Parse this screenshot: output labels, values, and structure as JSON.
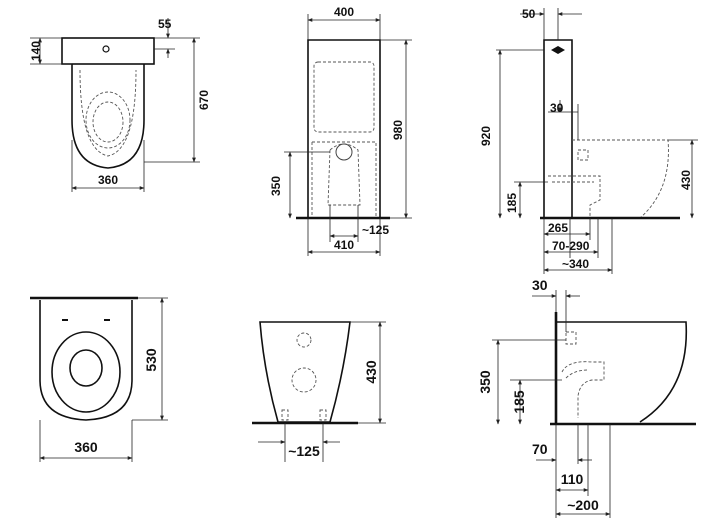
{
  "dimensions": {
    "v1_top_w": "55",
    "v1_top_h": "140",
    "v1_len": "670",
    "v1_width": "360",
    "v2_width": "400",
    "v2_height": "980",
    "v2_conn_h": "350",
    "v2_dist": "~125",
    "v2_base": "410",
    "v3_top": "50",
    "v3_height": "920",
    "v3_pipe": "30",
    "v3_bowl_h": "430",
    "v3_outlet_h": "185",
    "v3_d1": "265",
    "v3_d2": "70-290",
    "v3_d3": "~340",
    "v4_len": "530",
    "v4_width": "360",
    "v5_height": "430",
    "v5_dist": "~125",
    "v6_top": "30",
    "v6_h1": "350",
    "v6_h2": "185",
    "v6_d1": "70",
    "v6_d2": "110",
    "v6_d3": "~200"
  }
}
